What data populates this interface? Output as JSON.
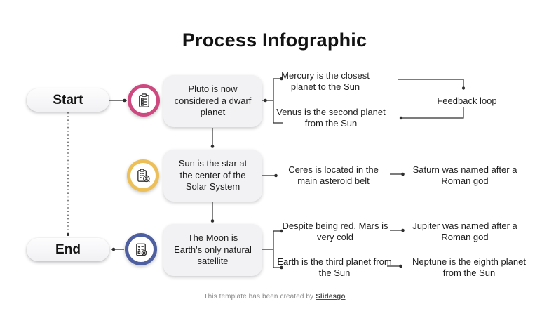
{
  "title": "Process Infographic",
  "nodes": {
    "start": "Start",
    "end": "End"
  },
  "steps": [
    {
      "icon": "clipboard-checklist-icon",
      "ring_color": "#ce4980",
      "box_text": "Pluto is now considered a dwarf planet",
      "branch_top": "Mercury is the closest planet to the Sun",
      "branch_bottom": "Venus is the second planet from the Sun",
      "feedback_label": "Feedback loop"
    },
    {
      "icon": "clipboard-person-search-icon",
      "ring_color": "#ecbf58",
      "box_text": "Sun is the star at the center of the Solar System",
      "branch": "Ceres is located in the main asteroid belt",
      "result": "Saturn was named after a Roman god"
    },
    {
      "icon": "checklist-gear-icon",
      "ring_color": "#4d5fa1",
      "box_text": "The Moon is Earth's only natural satellite",
      "branch_top": "Despite being red, Mars is very cold",
      "result_top": "Jupiter was named after a Roman god",
      "branch_bottom": "Earth is the third planet from the Sun",
      "result_bottom": "Neptune is the eighth planet from the Sun"
    }
  ],
  "footer": {
    "text": "This template has been created by",
    "brand": "Slidesgo"
  },
  "colors": {
    "background": "#ffffff",
    "title_text": "#121212",
    "body_text": "#1c1c1c",
    "box_fill": "#f2f2f4",
    "line": "#2f2f2f",
    "step1_ring": "#ce4980",
    "step2_ring": "#ecbf58",
    "step3_ring": "#4d5fa1",
    "footer_text": "#8a8a8a"
  }
}
